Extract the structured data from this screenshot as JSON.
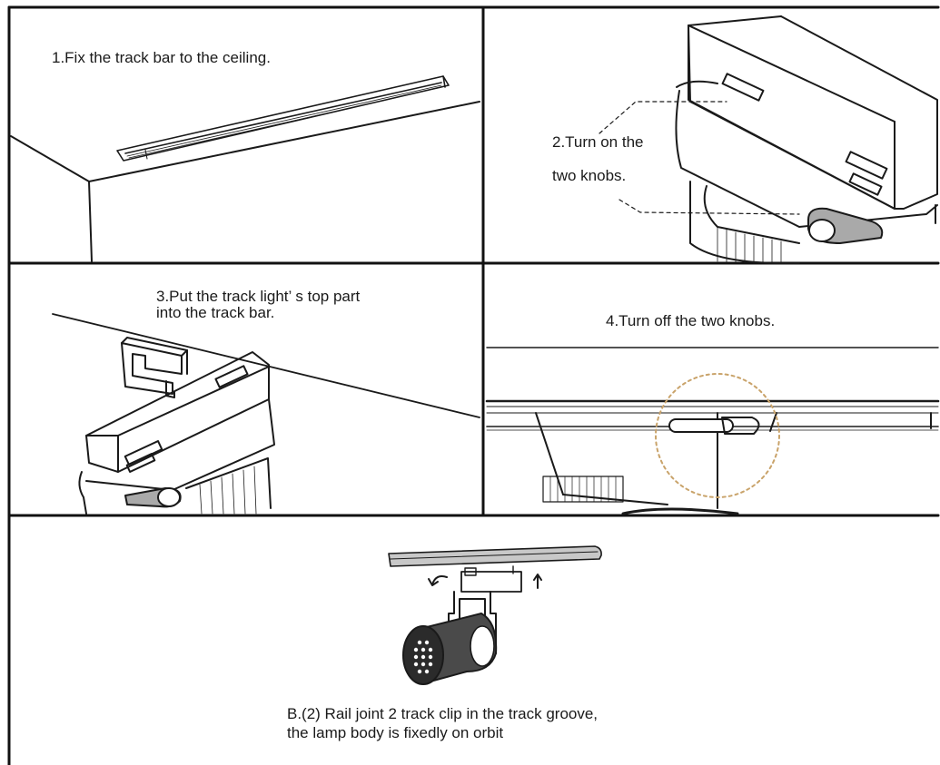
{
  "panels": [
    {
      "id": "step-1",
      "caption": "1.Fix the track bar to the ceiling."
    },
    {
      "id": "step-2",
      "caption": "2.Turn on the",
      "caption_line2": "two knobs."
    },
    {
      "id": "step-3",
      "caption": "3.Put the track light’  s top part\ninto the track bar."
    },
    {
      "id": "step-4",
      "caption": "4.Turn off the two knobs."
    },
    {
      "id": "step-b",
      "caption": "B.(2) Rail joint 2 track clip in the track groove,\nthe lamp body is fixedly on orbit"
    }
  ],
  "colors": {
    "line": "#1a1a1a",
    "frame": "#111111",
    "knob_fill": "#a9a9a9",
    "highlight_circle": "#c9a36a"
  },
  "icons": [
    "rotate-arrow-icon",
    "up-arrow-icon"
  ]
}
